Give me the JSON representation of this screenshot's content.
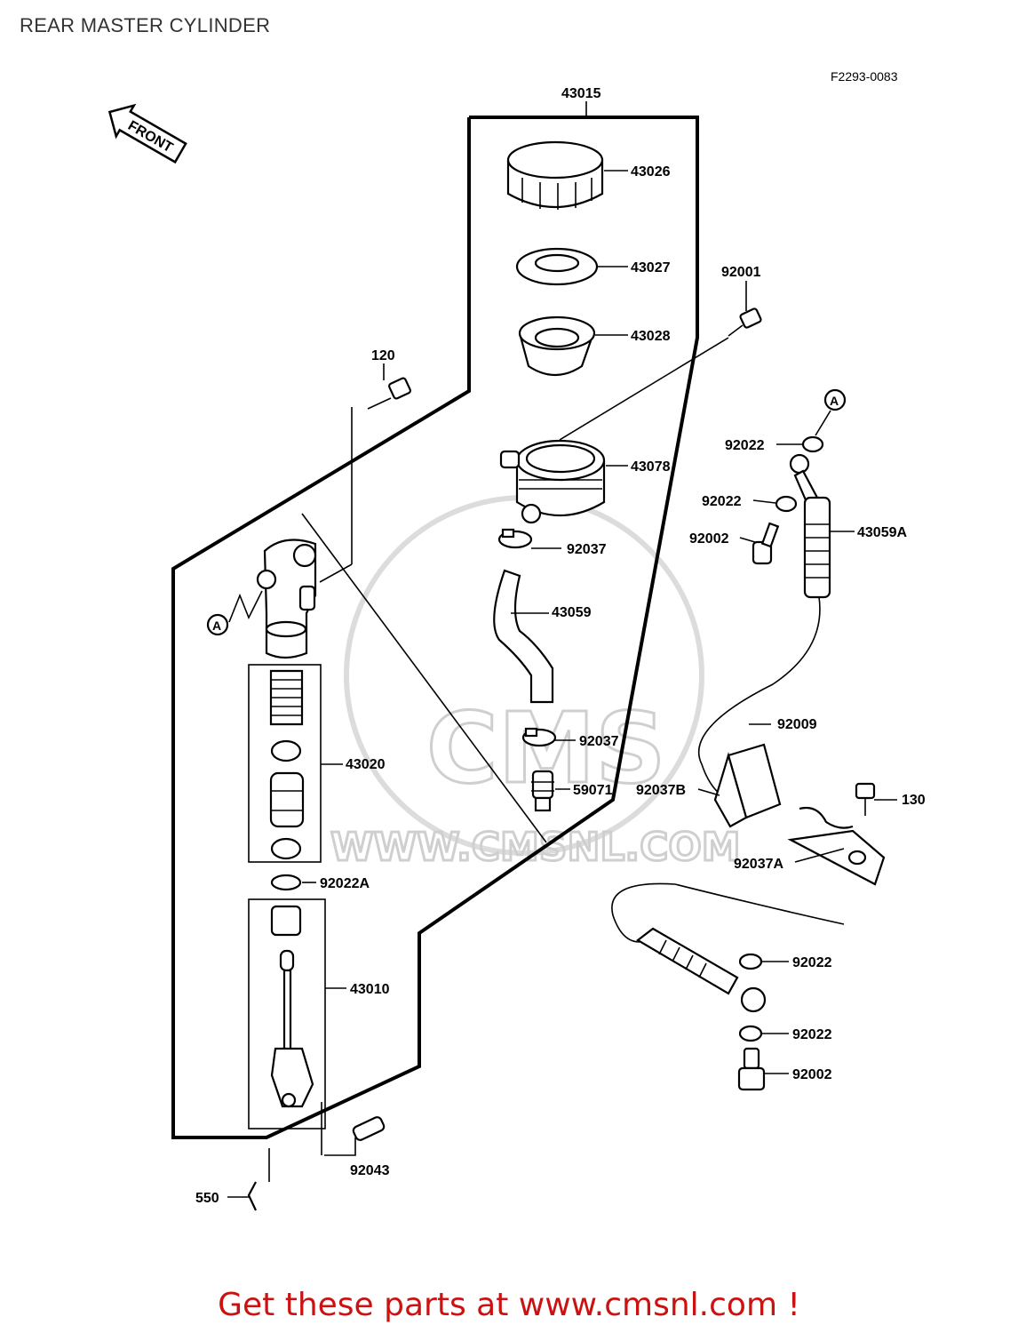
{
  "page_title": "REAR MASTER CYLINDER",
  "figure_code": "F2293-0083",
  "front_arrow_label": "FRONT",
  "watermark": {
    "text": "WWW.CMSNL.COM",
    "logo": "CMS"
  },
  "colors": {
    "footer": "#cc1111",
    "ink": "#000000",
    "watermark": "#cfcfcf"
  },
  "parts": [
    {
      "id": "p43015",
      "label": "43015"
    },
    {
      "id": "p43026",
      "label": "43026"
    },
    {
      "id": "p43027",
      "label": "43027"
    },
    {
      "id": "p92001",
      "label": "92001"
    },
    {
      "id": "p43028",
      "label": "43028"
    },
    {
      "id": "p120",
      "label": "120"
    },
    {
      "id": "p43078",
      "label": "43078"
    },
    {
      "id": "p92022a",
      "label": "92022"
    },
    {
      "id": "p92022b",
      "label": "92022"
    },
    {
      "id": "p92002a",
      "label": "92002"
    },
    {
      "id": "p43059A",
      "label": "43059A"
    },
    {
      "id": "p92037a",
      "label": "92037"
    },
    {
      "id": "p43059",
      "label": "43059"
    },
    {
      "id": "p43020",
      "label": "43020"
    },
    {
      "id": "p92009",
      "label": "92009"
    },
    {
      "id": "p92037b",
      "label": "92037"
    },
    {
      "id": "p59071",
      "label": "59071"
    },
    {
      "id": "p92037B",
      "label": "92037B"
    },
    {
      "id": "p130",
      "label": "130"
    },
    {
      "id": "p92037A",
      "label": "92037A"
    },
    {
      "id": "p92022A",
      "label": "92022A"
    },
    {
      "id": "p43010",
      "label": "43010"
    },
    {
      "id": "p92022c",
      "label": "92022"
    },
    {
      "id": "p92022d",
      "label": "92022"
    },
    {
      "id": "p92002b",
      "label": "92002"
    },
    {
      "id": "p92043",
      "label": "92043"
    },
    {
      "id": "p550",
      "label": "550"
    }
  ],
  "ref_markers": [
    "A",
    "A"
  ],
  "footer_text": "Get these parts at www.cmsnl.com !"
}
